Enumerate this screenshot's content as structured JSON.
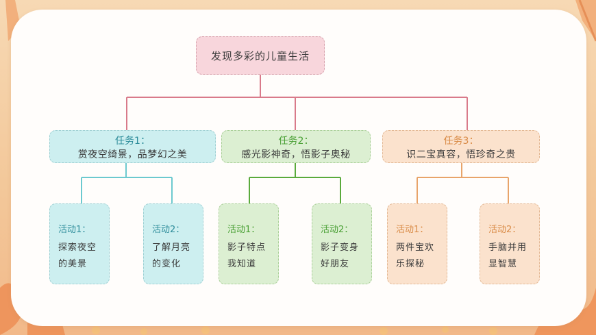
{
  "colors": {
    "root_line": "#d97a8a",
    "cyan": "#6cc9cf",
    "green": "#5aaa3c",
    "orange": "#e8a46a"
  },
  "root": {
    "label": "发现多彩的儿童生活"
  },
  "tasks": [
    {
      "title": "任务1：",
      "subtitle": "赏夜空绮景，品梦幻之美",
      "activities": [
        {
          "title": "活动1：",
          "line1": "探索夜空",
          "line2": "的美景"
        },
        {
          "title": "活动2：",
          "line1": "了解月亮",
          "line2": "的变化"
        }
      ]
    },
    {
      "title": "任务2：",
      "subtitle": "感光影神奇，悟影子奥秘",
      "activities": [
        {
          "title": "活动1：",
          "line1": "影子特点",
          "line2": "我知道"
        },
        {
          "title": "活动2：",
          "line1": "影子变身",
          "line2": "好朋友"
        }
      ]
    },
    {
      "title": "任务3：",
      "subtitle": "识二宝真容，悟珍奇之贵",
      "activities": [
        {
          "title": "活动1：",
          "line1": "两件宝欢",
          "line2": "乐探秘"
        },
        {
          "title": "活动2：",
          "line1": "手脑并用",
          "line2": "显智慧"
        }
      ]
    }
  ]
}
